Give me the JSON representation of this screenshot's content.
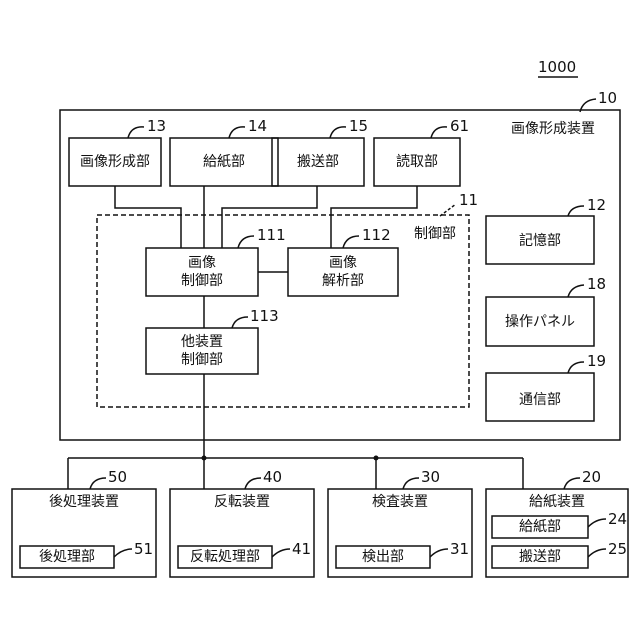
{
  "figure_number": "1000",
  "image_forming_apparatus": {
    "label": "画像形成装置",
    "ref": "10"
  },
  "image_forming_unit": {
    "label": "画像形成部",
    "ref": "13"
  },
  "paper_feed_unit": {
    "label": "給紙部",
    "ref": "14"
  },
  "conveyance_unit": {
    "label": "搬送部",
    "ref": "15"
  },
  "reading_unit": {
    "label": "読取部",
    "ref": "61"
  },
  "control_unit": {
    "label": "制御部",
    "ref": "11"
  },
  "image_control_unit": {
    "line1": "画像",
    "line2": "制御部",
    "ref": "111"
  },
  "image_analysis_unit": {
    "line1": "画像",
    "line2": "解析部",
    "ref": "112"
  },
  "other_device_control_unit": {
    "line1": "他装置",
    "line2": "制御部",
    "ref": "113"
  },
  "storage_unit": {
    "label": "記憶部",
    "ref": "12"
  },
  "operation_panel": {
    "label": "操作パネル",
    "ref": "18"
  },
  "communication_unit": {
    "label": "通信部",
    "ref": "19"
  },
  "post_processing_device": {
    "label": "後処理装置",
    "ref": "50",
    "sub_label": "後処理部",
    "sub_ref": "51"
  },
  "reversing_device": {
    "label": "反転装置",
    "ref": "40",
    "sub_label": "反転処理部",
    "sub_ref": "41"
  },
  "inspection_device": {
    "label": "検査装置",
    "ref": "30",
    "sub_label": "検出部",
    "sub_ref": "31"
  },
  "paper_feed_device": {
    "label": "給紙装置",
    "ref": "20",
    "sub1_label": "給紙部",
    "sub1_ref": "24",
    "sub2_label": "搬送部",
    "sub2_ref": "25"
  }
}
